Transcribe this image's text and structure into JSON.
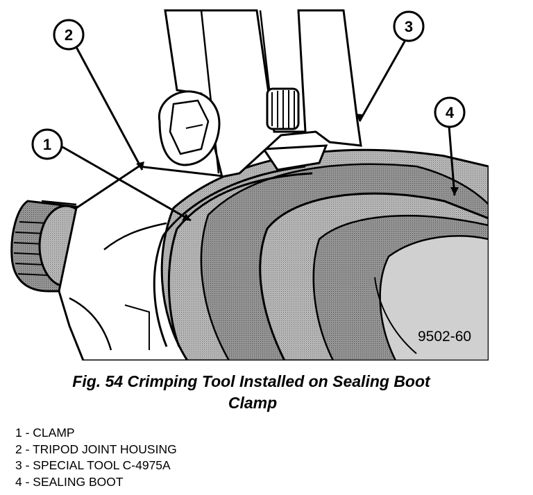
{
  "figure": {
    "caption_line1": "Fig. 54 Crimping Tool Installed on Sealing Boot",
    "caption_line2": "Clamp",
    "code": "9502-60"
  },
  "callouts": [
    {
      "number": "1"
    },
    {
      "number": "2"
    },
    {
      "number": "3"
    },
    {
      "number": "4"
    }
  ],
  "legend": [
    "1 - CLAMP",
    "2 - TRIPOD JOINT HOUSING",
    "3 - SPECIAL TOOL C-4975A",
    "4 - SEALING BOOT"
  ]
}
